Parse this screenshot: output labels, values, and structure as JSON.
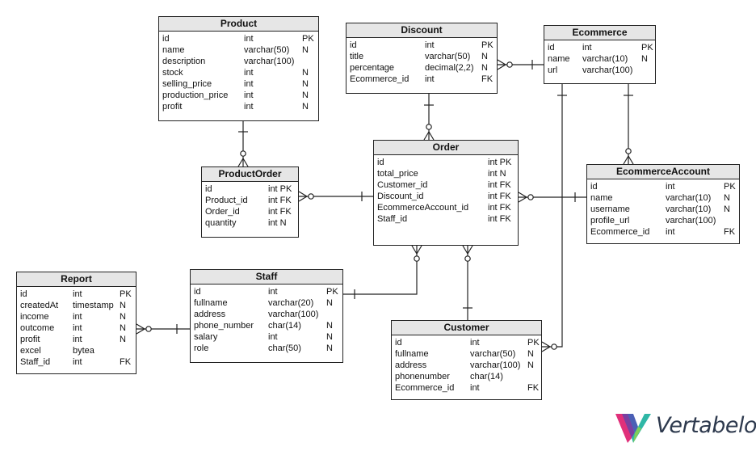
{
  "diagram": {
    "tables": {
      "product": {
        "title": "Product",
        "rows": [
          [
            "id",
            "int",
            "PK"
          ],
          [
            "name",
            "varchar(50)",
            "N"
          ],
          [
            "description",
            "varchar(100)",
            ""
          ],
          [
            "stock",
            "int",
            "N"
          ],
          [
            "selling_price",
            "int",
            "N"
          ],
          [
            "production_price",
            "int",
            "N"
          ],
          [
            "profit",
            "int",
            "N"
          ]
        ]
      },
      "discount": {
        "title": "Discount",
        "rows": [
          [
            "id",
            "int",
            "PK"
          ],
          [
            "title",
            "varchar(50)",
            "N"
          ],
          [
            "percentage",
            "decimal(2,2)",
            "N"
          ],
          [
            "Ecommerce_id",
            "int",
            "FK"
          ]
        ]
      },
      "ecommerce": {
        "title": "Ecommerce",
        "rows": [
          [
            "id",
            "int",
            "PK"
          ],
          [
            "name",
            "varchar(10)",
            "N"
          ],
          [
            "url",
            "varchar(100)",
            ""
          ]
        ]
      },
      "product_order": {
        "title": "ProductOrder",
        "rows": [
          [
            "id",
            "int PK",
            ""
          ],
          [
            "Product_id",
            "int FK",
            ""
          ],
          [
            "Order_id",
            "int FK",
            ""
          ],
          [
            "quantity",
            "int N",
            ""
          ]
        ]
      },
      "order": {
        "title": "Order",
        "rows": [
          [
            "id",
            "int PK",
            ""
          ],
          [
            "total_price",
            "int N",
            ""
          ],
          [
            "Customer_id",
            "int FK",
            ""
          ],
          [
            "Discount_id",
            "int FK",
            ""
          ],
          [
            "EcommerceAccount_id",
            "int FK",
            ""
          ],
          [
            "Staff_id",
            "int FK",
            ""
          ]
        ]
      },
      "ecommerce_account": {
        "title": "EcommerceAccount",
        "rows": [
          [
            "id",
            "int",
            "PK"
          ],
          [
            "name",
            "varchar(10)",
            "N"
          ],
          [
            "username",
            "varchar(10)",
            "N"
          ],
          [
            "profile_url",
            "varchar(100)",
            ""
          ],
          [
            "Ecommerce_id",
            "int",
            "FK"
          ]
        ]
      },
      "report": {
        "title": "Report",
        "rows": [
          [
            "id",
            "int",
            "PK"
          ],
          [
            "createdAt",
            "timestamp",
            "N"
          ],
          [
            "income",
            "int",
            "N"
          ],
          [
            "outcome",
            "int",
            "N"
          ],
          [
            "profit",
            "int",
            "N"
          ],
          [
            "excel",
            "bytea",
            ""
          ],
          [
            "Staff_id",
            "int",
            "FK"
          ]
        ]
      },
      "staff": {
        "title": "Staff",
        "rows": [
          [
            "id",
            "int",
            "PK"
          ],
          [
            "fullname",
            "varchar(20)",
            "N"
          ],
          [
            "address",
            "varchar(100)",
            ""
          ],
          [
            "phone_number",
            "char(14)",
            "N"
          ],
          [
            "salary",
            "int",
            "N"
          ],
          [
            "role",
            "char(50)",
            "N"
          ]
        ]
      },
      "customer": {
        "title": "Customer",
        "rows": [
          [
            "id",
            "int",
            "PK"
          ],
          [
            "fullname",
            "varchar(50)",
            "N"
          ],
          [
            "address",
            "varchar(100)",
            "N"
          ],
          [
            "phonenumber",
            "char(14)",
            ""
          ],
          [
            "Ecommerce_id",
            "int",
            "FK"
          ]
        ]
      }
    },
    "relationships": [
      {
        "from": "product",
        "to": "product_order",
        "from_end": "one",
        "to_end": "many"
      },
      {
        "from": "order",
        "to": "product_order",
        "from_end": "one",
        "to_end": "many"
      },
      {
        "from": "discount",
        "to": "order",
        "from_end": "one",
        "to_end": "many"
      },
      {
        "from": "ecommerce",
        "to": "discount",
        "from_end": "one",
        "to_end": "many"
      },
      {
        "from": "ecommerce",
        "to": "ecommerce_account",
        "from_end": "one",
        "to_end": "many"
      },
      {
        "from": "ecommerce",
        "to": "customer",
        "from_end": "one",
        "to_end": "many"
      },
      {
        "from": "ecommerce_account",
        "to": "order",
        "from_end": "one",
        "to_end": "many"
      },
      {
        "from": "staff",
        "to": "order",
        "from_end": "one",
        "to_end": "many"
      },
      {
        "from": "customer",
        "to": "order",
        "from_end": "one",
        "to_end": "many"
      },
      {
        "from": "staff",
        "to": "report",
        "from_end": "one",
        "to_end": "many"
      }
    ],
    "colors": {
      "line": "#222222",
      "header_bg": "#e6e6e6",
      "logo_text": "#2e3a4e",
      "logo_pink": "#e0307a",
      "logo_purple": "#7b3fa0",
      "logo_teal": "#2fb7a6"
    }
  },
  "branding": {
    "logo_text": "Vertabelo",
    "logo_icon": "vertabelo-logo-icon"
  }
}
